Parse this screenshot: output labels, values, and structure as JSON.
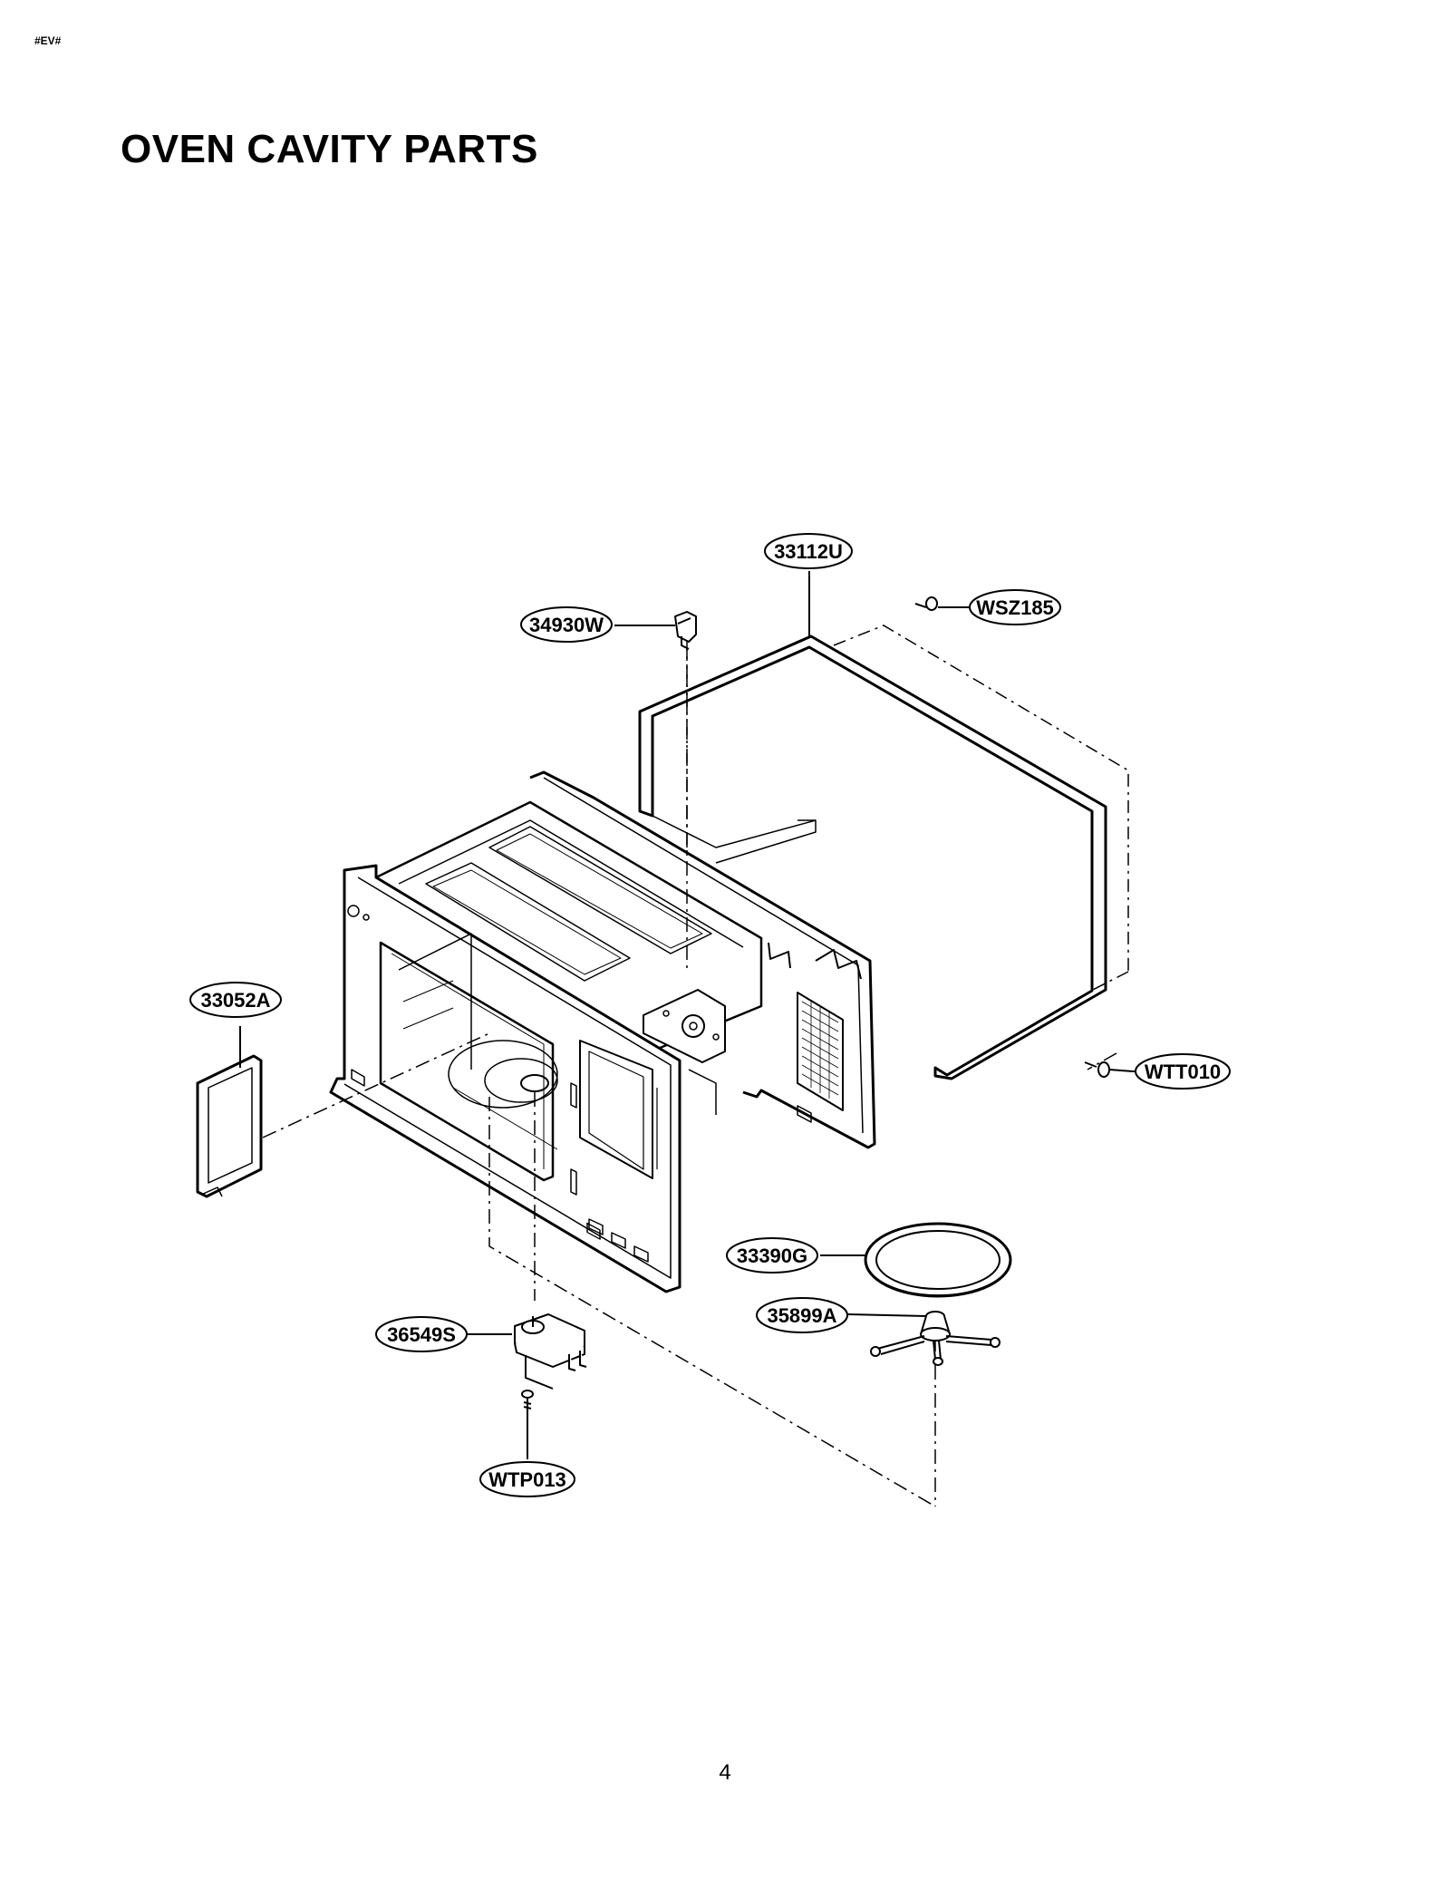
{
  "header": {
    "mark": "#EV#"
  },
  "title": "OVEN CAVITY PARTS",
  "page_number": "4",
  "parts": {
    "cabinet": "33112U",
    "lamp_socket": "34930W",
    "cabinet_screw_top": "WSZ185",
    "cabinet_screw_rear": "WTT010",
    "waveguide_cover": "33052A",
    "glass_tray": "33390G",
    "roller_guide": "35899A",
    "turntable_motor": "36549S",
    "motor_screw": "WTP013"
  }
}
